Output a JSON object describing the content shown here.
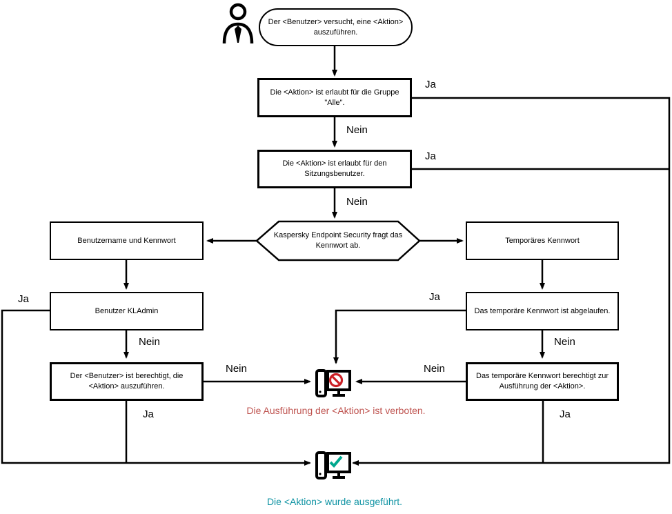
{
  "labels": {
    "ja": "Ja",
    "nein": "Nein"
  },
  "nodes": {
    "start": "Der <Benutzer> versucht, eine <Aktion> auszuführen.",
    "group_all": "Die <Aktion> ist erlaubt für die Gruppe \"Alle\".",
    "session_user": "Die <Aktion> ist erlaubt für den Sitzungsbenutzer.",
    "password_prompt": "Kaspersky Endpoint Security fragt das Kennwort ab.",
    "username_password": "Benutzername und Kennwort",
    "temporary_password": "Temporäres Kennwort",
    "kladmin": "Benutzer KLAdmin",
    "user_authorized": "Der <Benutzer> ist berechtigt, die <Aktion> auszuführen.",
    "temp_expired": "Das temporäre Kennwort ist abgelaufen.",
    "temp_authorizes": "Das temporäre Kennwort berechtigt zur Ausführung der <Aktion>."
  },
  "captions": {
    "forbidden": "Die Ausführung der <Aktion> ist verboten.",
    "executed": "Die <Aktion> wurde ausgeführt."
  },
  "icons": {
    "person": "person-icon",
    "forbidden_computer": "computer-prohibited-icon",
    "success_computer": "computer-check-icon"
  },
  "colors": {
    "line": "#000000",
    "node_border": "#000000",
    "prohibited": "#CB2026",
    "success_check": "#00A88E",
    "forbidden_text": "#BF5450",
    "executed_text": "#0F93A3"
  }
}
